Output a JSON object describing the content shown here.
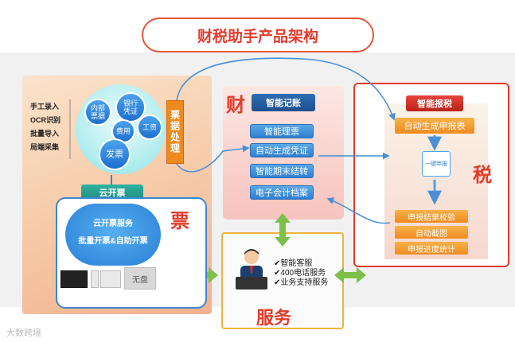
{
  "title": "财税助手产品架构",
  "piao": {
    "big_label": "票",
    "inputs": [
      "手工录入",
      "OCR识别",
      "批量导入",
      "局端采集"
    ],
    "bubbles": {
      "neibu": "内部\n票据",
      "yinhang": "银行\n凭证",
      "feiyong": "费用",
      "gongzi": "工资",
      "fapiao": "发票"
    },
    "process_label": "票据处理",
    "cloud_header": "云开票",
    "cloud_lines": [
      "云开票服务",
      "批量开票&自助开票"
    ],
    "device_label": "无盘"
  },
  "cai": {
    "big_label": "财",
    "header": "智能记账",
    "items": [
      "智能理票",
      "自动生成凭证",
      "智能期末结转",
      "电子会计档案"
    ]
  },
  "shui": {
    "big_label": "税",
    "header": "智能报税",
    "top_item": "自动生成申报表",
    "mid_icon_label": "一键申报",
    "items": [
      "申报结果校验",
      "自动截图",
      "申报进度统计"
    ]
  },
  "fuwu": {
    "big_label": "服务",
    "items": [
      "✔智能客服",
      "✔400电话服务",
      "✔业务支持服务"
    ]
  },
  "watermark": "大数跨境",
  "colors": {
    "accent_red": "#e23b2b",
    "blue": "#2f7fd0",
    "orange": "#ef8a1f",
    "green_arrow": "#7cc04a"
  }
}
